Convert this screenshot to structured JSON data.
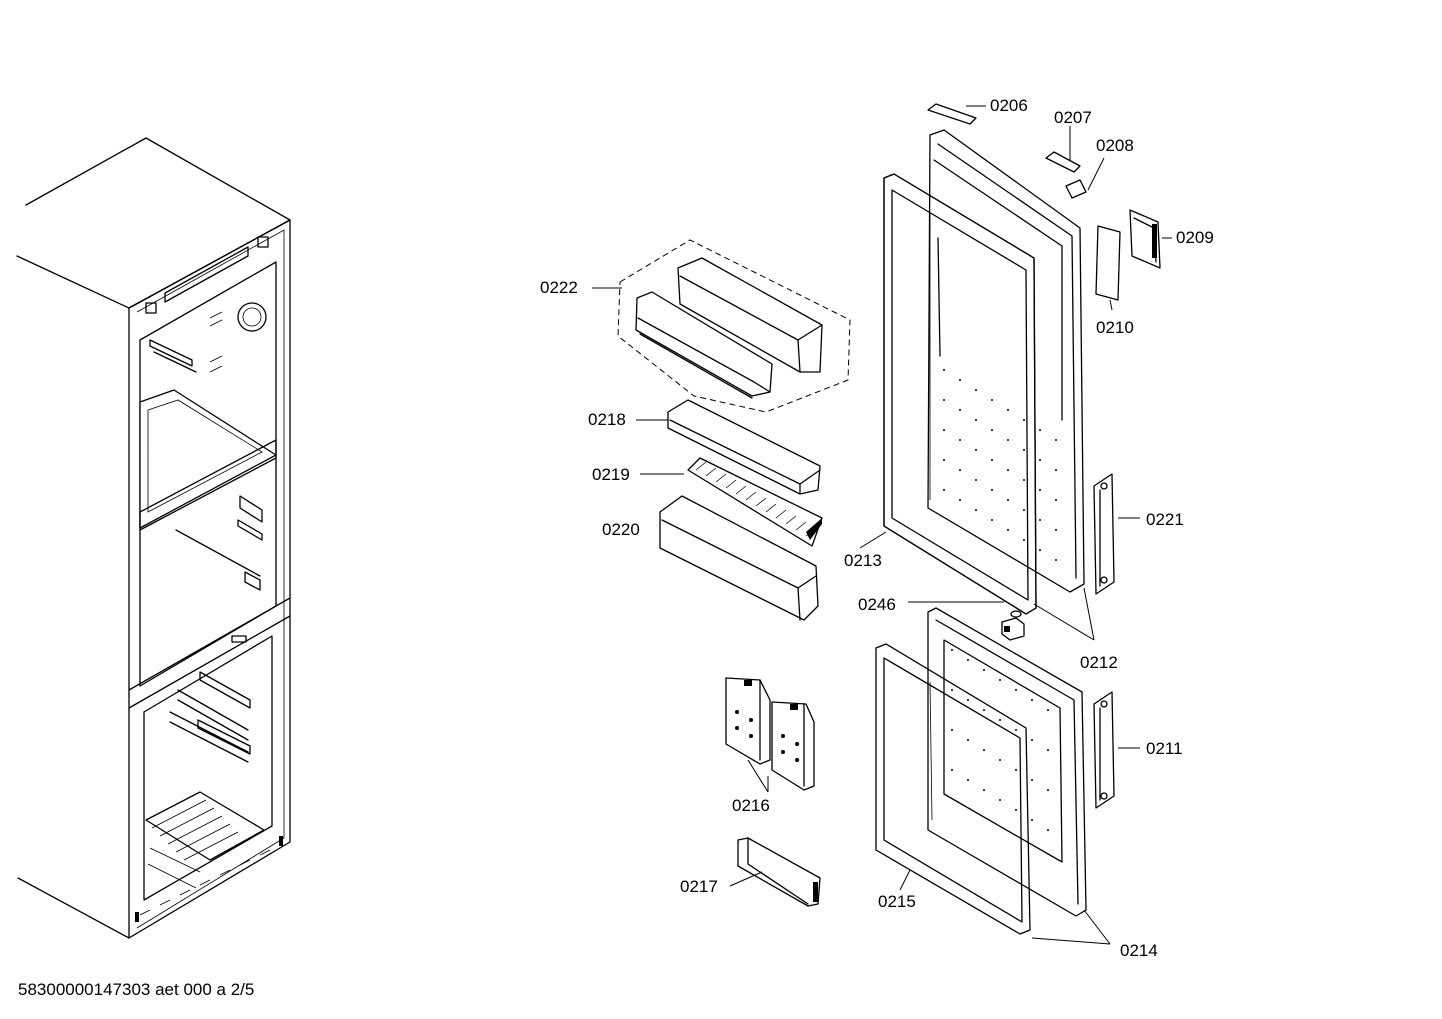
{
  "diagram": {
    "footer_code": "58300000147303 aet 000 a 2/5",
    "part_numbers": {
      "p0206": "0206",
      "p0207": "0207",
      "p0208": "0208",
      "p0209": "0209",
      "p0210": "0210",
      "p0211": "0211",
      "p0212": "0212",
      "p0213": "0213",
      "p0214": "0214",
      "p0215": "0215",
      "p0216": "0216",
      "p0217": "0217",
      "p0218": "0218",
      "p0219": "0219",
      "p0220": "0220",
      "p0221": "0221",
      "p0222": "0222",
      "p0246": "0246"
    }
  }
}
